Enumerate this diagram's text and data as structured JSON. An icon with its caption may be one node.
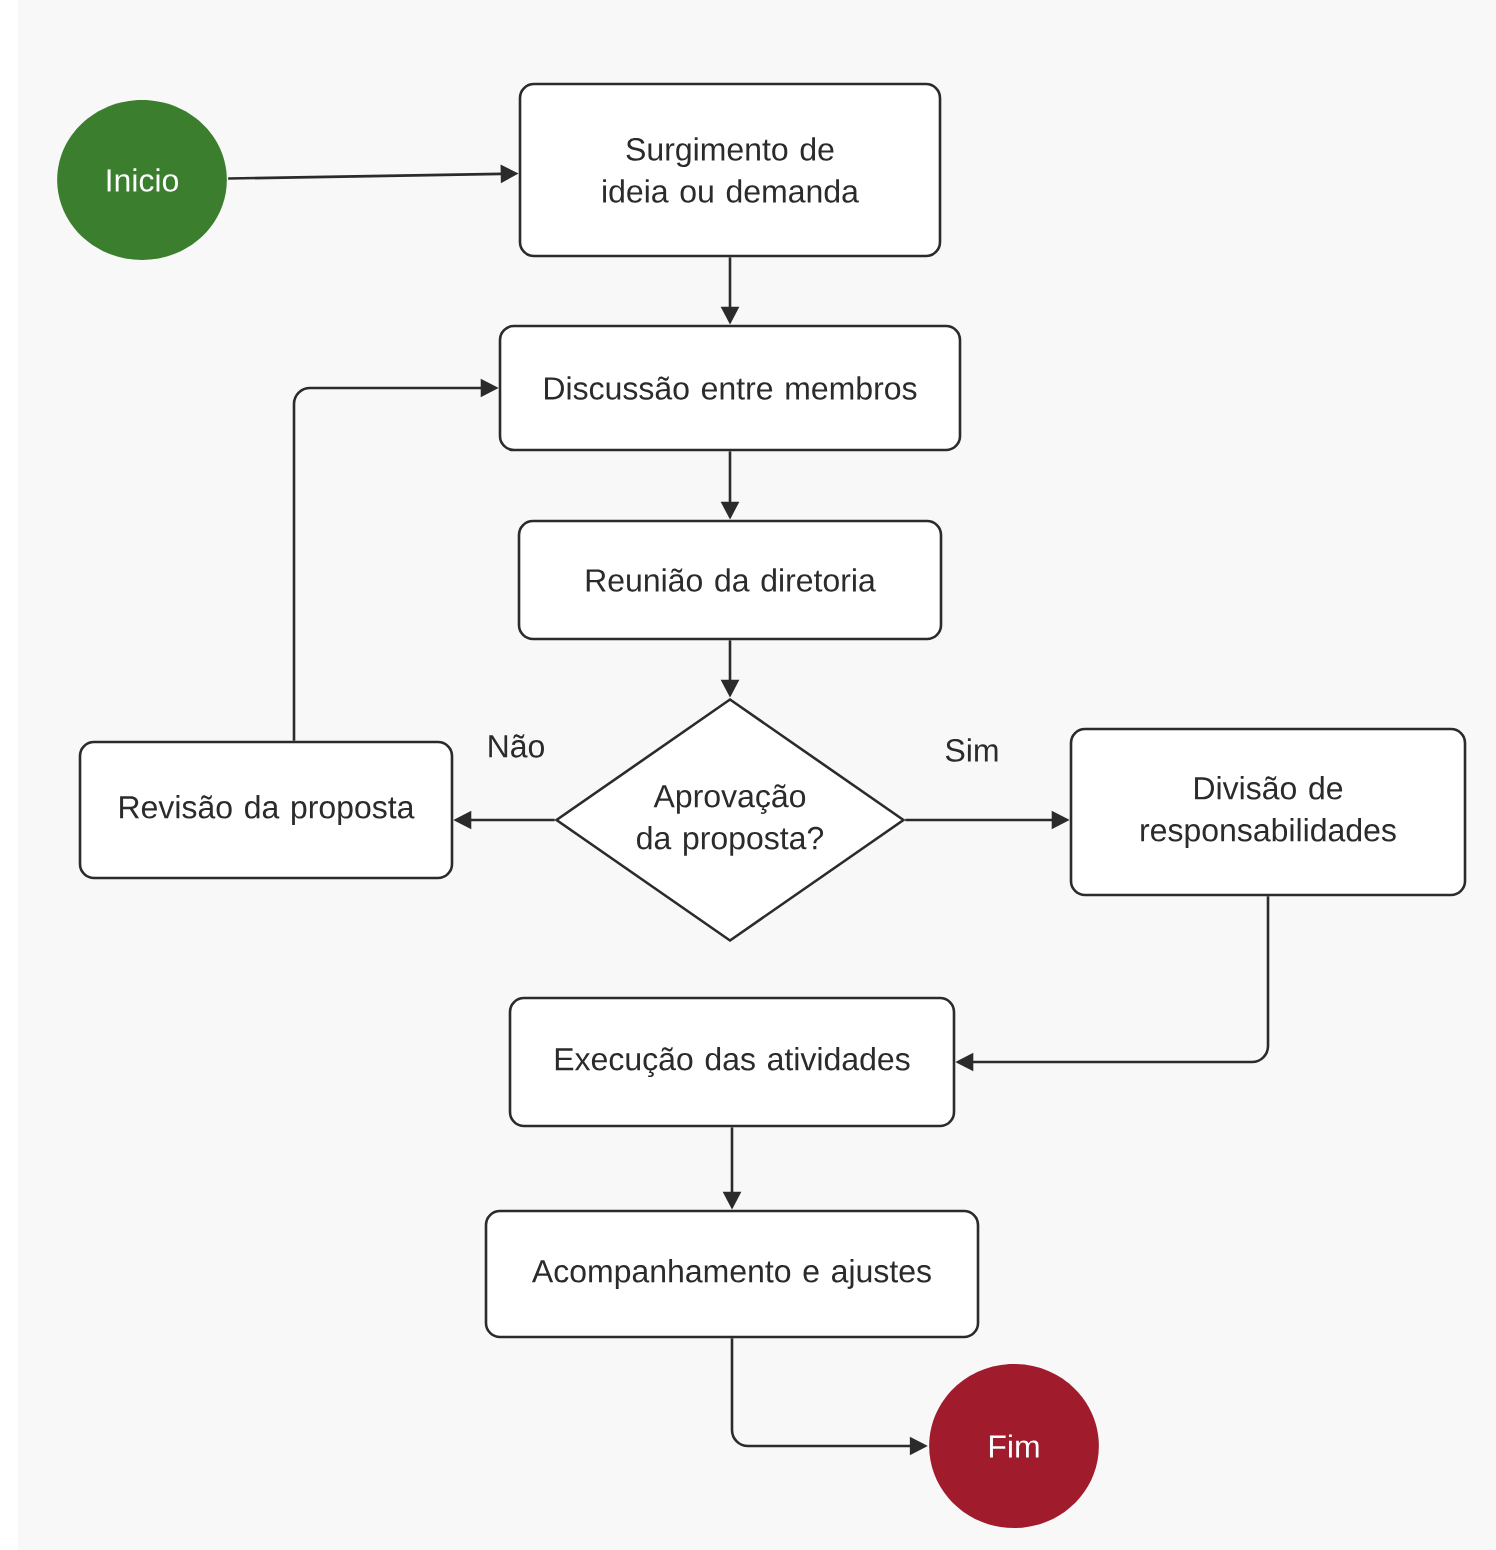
{
  "diagram": {
    "nodes": [
      {
        "text": [
          "Inicio"
        ]
      },
      {
        "text": [
          "Surgimento de ideia ou demanda"
        ]
      },
      {
        "text": [
          "Discussão entre membros"
        ]
      },
      {
        "text": [
          "Reunião da diretoria"
        ]
      },
      {
        "text": [
          "Revisão da proposta"
        ]
      },
      {
        "text": [
          "Aprovação da proposta?"
        ]
      },
      {
        "text": [
          "Divisão de responsabilidades"
        ]
      },
      {
        "text": [
          "Execução das atividades"
        ]
      },
      {
        "text": [
          "Acompanhamento e ajustes"
        ]
      },
      {
        "text": [
          "Fim"
        ]
      }
    ],
    "edges": [
      {
        "from": 0,
        "to": 1,
        "arrow": "to"
      },
      {
        "from": 1,
        "to": 2,
        "arrow": "to"
      },
      {
        "from": 2,
        "to": 3,
        "arrow": "to"
      },
      {
        "from": 3,
        "to": 5,
        "arrow": "to"
      },
      {
        "from": 5,
        "to": 4,
        "arrow": "to",
        "label": "Não"
      },
      {
        "from": 5,
        "to": 6,
        "arrow": "to",
        "label": "Sim"
      },
      {
        "from": 4,
        "to": 2,
        "arrow": "to"
      },
      {
        "from": 6,
        "to": 7,
        "arrow": "to"
      },
      {
        "from": 7,
        "to": 8,
        "arrow": "to"
      },
      {
        "from": 8,
        "to": 9,
        "arrow": "to"
      }
    ]
  }
}
